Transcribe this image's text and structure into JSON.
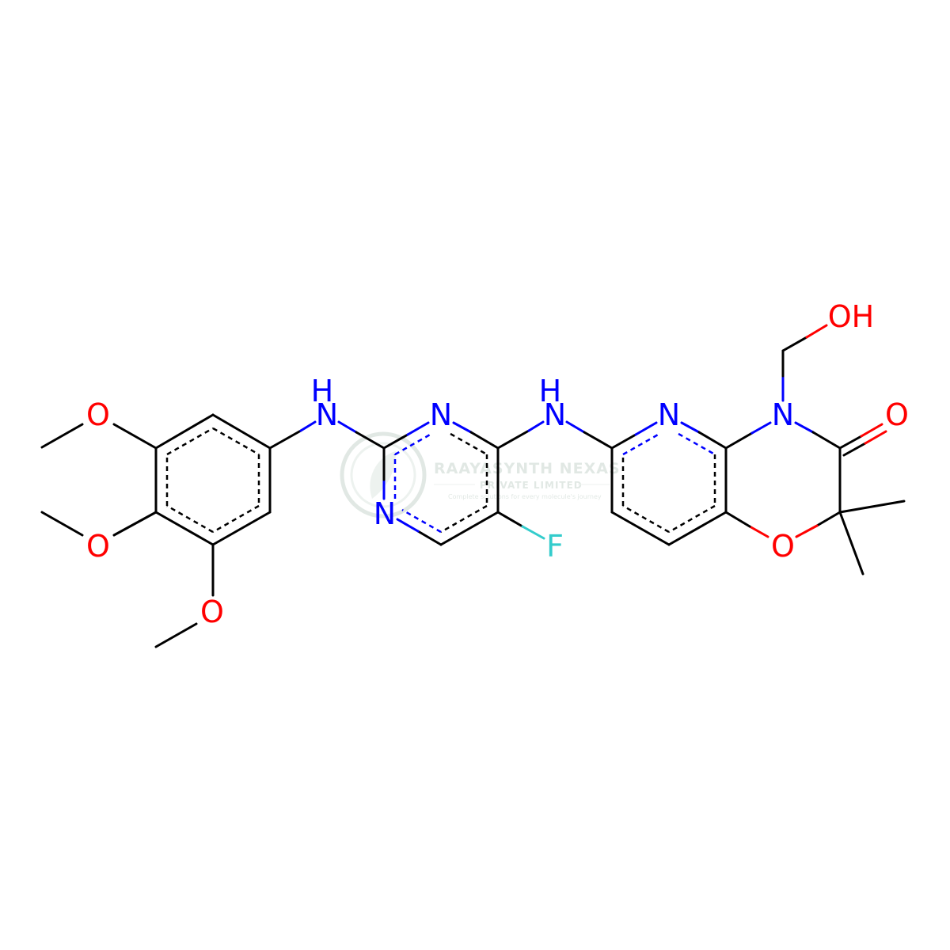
{
  "colors": {
    "carbon": "#000000",
    "nitrogen": "#0000ff",
    "oxygen": "#ff0000",
    "fluorine": "#33cccc",
    "watermark": "#c9d6cf"
  },
  "atoms": {
    "o_methoxy_top": "O",
    "o_methoxy_mid": "O",
    "o_methoxy_bottom": "O",
    "nh_left": "NH",
    "nh_right": "NH",
    "n_pyrimidine_top": "N",
    "n_pyrimidine_bottom": "N",
    "f_substituent": "F",
    "n_pyridine": "N",
    "n_lactam": "N",
    "o_carbonyl": "O",
    "o_ring": "O",
    "oh_group": "OH"
  },
  "watermark": {
    "company": "RAAYASYNTH NEXAS",
    "subtitle": "PRIVATE LIMITED",
    "tagline": "Complete solutions for every molecule's journey"
  }
}
